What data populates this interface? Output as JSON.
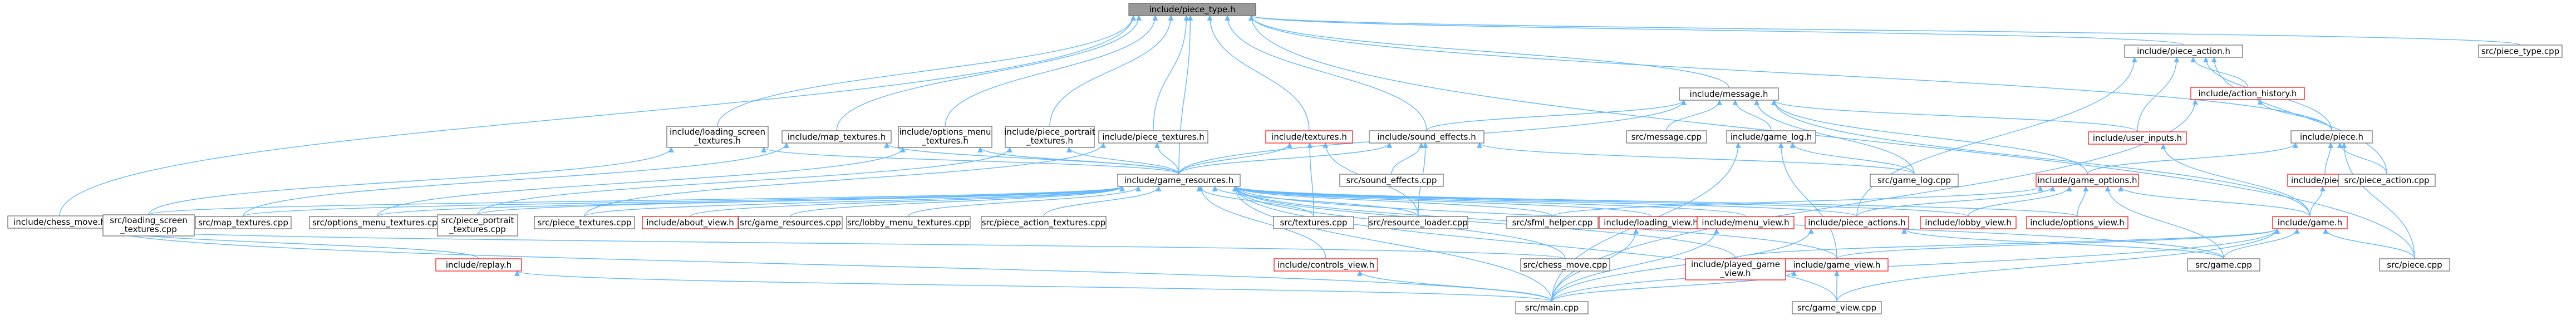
{
  "colors": {
    "edge": "#63b8ff",
    "edge_green": "#3aa53a",
    "node_border": "#666666",
    "node_fill": "#ffffff",
    "root_fill": "#999999",
    "red_text": "#ff0000",
    "black_text": "#000000"
  },
  "nodes": [
    {
      "id": "piece_type_h",
      "label": [
        "include/piece_type.h"
      ],
      "style": "root"
    },
    {
      "id": "piece_action_h",
      "label": [
        "include/piece_action.h"
      ],
      "style": "normal"
    },
    {
      "id": "src_piece_type_cpp",
      "label": [
        "src/piece_type.cpp"
      ],
      "style": "normal"
    },
    {
      "id": "message_h",
      "label": [
        "include/message.h"
      ],
      "style": "normal"
    },
    {
      "id": "action_history_h",
      "label": [
        "include/action_history.h"
      ],
      "style": "red"
    },
    {
      "id": "loading_screen_textures_h",
      "label": [
        "include/loading_screen",
        "_textures.h"
      ],
      "style": "normal"
    },
    {
      "id": "map_textures_h",
      "label": [
        "include/map_textures.h"
      ],
      "style": "normal"
    },
    {
      "id": "options_menu_textures_h",
      "label": [
        "include/options_menu",
        "_textures.h"
      ],
      "style": "normal"
    },
    {
      "id": "piece_portrait_textures_h",
      "label": [
        "include/piece_portrait",
        "_textures.h"
      ],
      "style": "normal"
    },
    {
      "id": "piece_textures_h",
      "label": [
        "include/piece_textures.h"
      ],
      "style": "normal"
    },
    {
      "id": "textures_h",
      "label": [
        "include/textures.h"
      ],
      "style": "red"
    },
    {
      "id": "sound_effects_h",
      "label": [
        "include/sound_effects.h"
      ],
      "style": "normal"
    },
    {
      "id": "src_message_cpp",
      "label": [
        "src/message.cpp"
      ],
      "style": "normal"
    },
    {
      "id": "game_log_h",
      "label": [
        "include/game_log.h"
      ],
      "style": "normal"
    },
    {
      "id": "user_inputs_h",
      "label": [
        "include/user_inputs.h"
      ],
      "style": "red"
    },
    {
      "id": "piece_h",
      "label": [
        "include/piece.h"
      ],
      "style": "normal"
    },
    {
      "id": "game_resources_h",
      "label": [
        "include/game_resources.h"
      ],
      "style": "normal"
    },
    {
      "id": "src_sound_effects_cpp",
      "label": [
        "src/sound_effects.cpp"
      ],
      "style": "normal"
    },
    {
      "id": "src_game_log_cpp",
      "label": [
        "src/game_log.cpp"
      ],
      "style": "normal"
    },
    {
      "id": "game_options_h",
      "label": [
        "include/game_options.h"
      ],
      "style": "red"
    },
    {
      "id": "pieces_h",
      "label": [
        "include/pieces.h"
      ],
      "style": "red"
    },
    {
      "id": "src_piece_action_cpp",
      "label": [
        "src/piece_action.cpp"
      ],
      "style": "normal"
    },
    {
      "id": "chess_move_h",
      "label": [
        "include/chess_move.h"
      ],
      "style": "normal"
    },
    {
      "id": "src_loading_screen_textures_cpp",
      "label": [
        "src/loading_screen",
        "_textures.cpp"
      ],
      "style": "normal"
    },
    {
      "id": "src_map_textures_cpp",
      "label": [
        "src/map_textures.cpp"
      ],
      "style": "normal"
    },
    {
      "id": "src_options_menu_textures_cpp",
      "label": [
        "src/options_menu_textures.cpp"
      ],
      "style": "normal"
    },
    {
      "id": "src_piece_portrait_textures_cpp",
      "label": [
        "src/piece_portrait",
        "_textures.cpp"
      ],
      "style": "normal"
    },
    {
      "id": "src_piece_textures_cpp",
      "label": [
        "src/piece_textures.cpp"
      ],
      "style": "normal"
    },
    {
      "id": "about_view_h",
      "label": [
        "include/about_view.h"
      ],
      "style": "red"
    },
    {
      "id": "src_game_resources_cpp",
      "label": [
        "src/game_resources.cpp"
      ],
      "style": "normal"
    },
    {
      "id": "src_lobby_menu_textures_cpp",
      "label": [
        "src/lobby_menu_textures.cpp"
      ],
      "style": "normal"
    },
    {
      "id": "src_piece_action_textures_cpp",
      "label": [
        "src/piece_action_textures.cpp"
      ],
      "style": "normal"
    },
    {
      "id": "src_textures_cpp",
      "label": [
        "src/textures.cpp"
      ],
      "style": "normal"
    },
    {
      "id": "src_resource_loader_cpp",
      "label": [
        "src/resource_loader.cpp"
      ],
      "style": "normal"
    },
    {
      "id": "src_sfml_helper_cpp",
      "label": [
        "src/sfml_helper.cpp"
      ],
      "style": "normal"
    },
    {
      "id": "loading_view_h",
      "label": [
        "include/loading_view.h"
      ],
      "style": "red"
    },
    {
      "id": "menu_view_h",
      "label": [
        "include/menu_view.h"
      ],
      "style": "red"
    },
    {
      "id": "piece_actions_h",
      "label": [
        "include/piece_actions.h"
      ],
      "style": "red"
    },
    {
      "id": "lobby_view_h",
      "label": [
        "include/lobby_view.h"
      ],
      "style": "red"
    },
    {
      "id": "options_view_h",
      "label": [
        "include/options_view.h"
      ],
      "style": "red"
    },
    {
      "id": "game_h",
      "label": [
        "include/game.h"
      ],
      "style": "red"
    },
    {
      "id": "replay_h",
      "label": [
        "include/replay.h"
      ],
      "style": "red"
    },
    {
      "id": "controls_view_h",
      "label": [
        "include/controls_view.h"
      ],
      "style": "red"
    },
    {
      "id": "src_chess_move_cpp",
      "label": [
        "src/chess_move.cpp"
      ],
      "style": "normal"
    },
    {
      "id": "played_game_view_h",
      "label": [
        "include/played_game",
        "_view.h"
      ],
      "style": "red"
    },
    {
      "id": "game_view_h",
      "label": [
        "include/game_view.h"
      ],
      "style": "red"
    },
    {
      "id": "src_game_cpp",
      "label": [
        "src/game.cpp"
      ],
      "style": "normal"
    },
    {
      "id": "src_piece_cpp",
      "label": [
        "src/piece.cpp"
      ],
      "style": "normal"
    },
    {
      "id": "src_main_cpp",
      "label": [
        "src/main.cpp"
      ],
      "style": "normal"
    },
    {
      "id": "src_game_view_cpp",
      "label": [
        "src/game_view.cpp"
      ],
      "style": "normal"
    }
  ],
  "edges": [
    [
      "piece_type_h",
      "piece_action_h"
    ],
    [
      "piece_type_h",
      "src_piece_type_cpp"
    ],
    [
      "piece_type_h",
      "message_h"
    ],
    [
      "piece_type_h",
      "loading_screen_textures_h"
    ],
    [
      "piece_type_h",
      "map_textures_h"
    ],
    [
      "piece_type_h",
      "options_menu_textures_h"
    ],
    [
      "piece_type_h",
      "piece_portrait_textures_h"
    ],
    [
      "piece_type_h",
      "piece_textures_h"
    ],
    [
      "piece_type_h",
      "textures_h"
    ],
    [
      "piece_type_h",
      "sound_effects_h"
    ],
    [
      "piece_type_h",
      "game_resources_h"
    ],
    [
      "piece_type_h",
      "chess_move_h"
    ],
    [
      "piece_type_h",
      "piece_h"
    ],
    [
      "piece_type_h",
      "src_piece_cpp"
    ],
    [
      "piece_action_h",
      "action_history_h"
    ],
    [
      "piece_action_h",
      "user_inputs_h"
    ],
    [
      "piece_action_h",
      "piece_h"
    ],
    [
      "piece_action_h",
      "src_piece_action_cpp"
    ],
    [
      "piece_action_h",
      "piece_actions_h"
    ],
    [
      "action_history_h",
      "piece_h"
    ],
    [
      "action_history_h",
      "src_main_cpp"
    ],
    [
      "message_h",
      "src_message_cpp"
    ],
    [
      "message_h",
      "game_log_h"
    ],
    [
      "message_h",
      "user_inputs_h"
    ],
    [
      "message_h",
      "sound_effects_h"
    ],
    [
      "message_h",
      "game_resources_h"
    ],
    [
      "message_h",
      "game_options_h"
    ],
    [
      "message_h",
      "src_game_log_cpp"
    ],
    [
      "message_h",
      "game_h"
    ],
    [
      "loading_screen_textures_h",
      "game_resources_h"
    ],
    [
      "loading_screen_textures_h",
      "src_loading_screen_textures_cpp"
    ],
    [
      "map_textures_h",
      "game_resources_h"
    ],
    [
      "map_textures_h",
      "src_map_textures_cpp"
    ],
    [
      "options_menu_textures_h",
      "game_resources_h"
    ],
    [
      "options_menu_textures_h",
      "src_options_menu_textures_cpp"
    ],
    [
      "piece_portrait_textures_h",
      "game_resources_h"
    ],
    [
      "piece_portrait_textures_h",
      "src_piece_portrait_textures_cpp"
    ],
    [
      "piece_textures_h",
      "game_resources_h"
    ],
    [
      "piece_textures_h",
      "src_piece_textures_cpp"
    ],
    [
      "textures_h",
      "game_resources_h"
    ],
    [
      "textures_h",
      "src_textures_cpp"
    ],
    [
      "textures_h",
      "src_resource_loader_cpp"
    ],
    [
      "sound_effects_h",
      "game_resources_h"
    ],
    [
      "sound_effects_h",
      "src_sound_effects_cpp"
    ],
    [
      "sound_effects_h",
      "src_game_log_cpp"
    ],
    [
      "sound_effects_h",
      "src_resource_loader_cpp"
    ],
    [
      "game_log_h",
      "src_game_log_cpp"
    ],
    [
      "game_log_h",
      "game_view_h"
    ],
    [
      "game_log_h",
      "src_main_cpp"
    ],
    [
      "user_inputs_h",
      "game_h"
    ],
    [
      "piece_h",
      "game_options_h"
    ],
    [
      "piece_h",
      "pieces_h"
    ],
    [
      "piece_h",
      "src_piece_action_cpp"
    ],
    [
      "piece_h",
      "src_piece_cpp"
    ],
    [
      "pieces_h",
      "game_h"
    ],
    [
      "game_options_h",
      "src_sfml_helper_cpp"
    ],
    [
      "game_options_h",
      "piece_actions_h"
    ],
    [
      "game_options_h",
      "lobby_view_h"
    ],
    [
      "game_options_h",
      "options_view_h"
    ],
    [
      "game_options_h",
      "game_h"
    ],
    [
      "game_options_h",
      "src_game_cpp"
    ],
    [
      "game_resources_h",
      "src_loading_screen_textures_cpp"
    ],
    [
      "game_resources_h",
      "src_map_textures_cpp"
    ],
    [
      "game_resources_h",
      "src_options_menu_textures_cpp"
    ],
    [
      "game_resources_h",
      "src_piece_portrait_textures_cpp"
    ],
    [
      "game_resources_h",
      "src_piece_textures_cpp"
    ],
    [
      "game_resources_h",
      "about_view_h"
    ],
    [
      "game_resources_h",
      "src_game_resources_cpp"
    ],
    [
      "game_resources_h",
      "src_lobby_menu_textures_cpp"
    ],
    [
      "game_resources_h",
      "src_piece_action_textures_cpp"
    ],
    [
      "game_resources_h",
      "src_textures_cpp"
    ],
    [
      "game_resources_h",
      "src_resource_loader_cpp"
    ],
    [
      "game_resources_h",
      "src_sfml_helper_cpp"
    ],
    [
      "game_resources_h",
      "loading_view_h"
    ],
    [
      "game_resources_h",
      "menu_view_h"
    ],
    [
      "game_resources_h",
      "piece_actions_h"
    ],
    [
      "game_resources_h",
      "lobby_view_h"
    ],
    [
      "game_resources_h",
      "options_view_h"
    ],
    [
      "game_resources_h",
      "controls_view_h"
    ],
    [
      "game_resources_h",
      "src_chess_move_cpp"
    ],
    [
      "game_resources_h",
      "played_game_view_h"
    ],
    [
      "game_resources_h",
      "game_view_h"
    ],
    [
      "game_resources_h",
      "src_main_cpp"
    ],
    [
      "game_resources_h",
      "src_game_view_cpp"
    ],
    [
      "game_resources_h",
      "src_game_cpp"
    ],
    [
      "chess_move_h",
      "replay_h"
    ],
    [
      "chess_move_h",
      "src_chess_move_cpp"
    ],
    [
      "chess_move_h",
      "src_main_cpp"
    ],
    [
      "replay_h",
      "src_main_cpp"
    ],
    [
      "controls_view_h",
      "src_main_cpp"
    ],
    [
      "loading_view_h",
      "src_main_cpp"
    ],
    [
      "menu_view_h",
      "src_main_cpp"
    ],
    [
      "piece_actions_h",
      "src_game_cpp"
    ],
    [
      "piece_actions_h",
      "src_main_cpp"
    ],
    [
      "game_h",
      "src_game_cpp"
    ],
    [
      "game_h",
      "src_piece_cpp"
    ],
    [
      "game_h",
      "game_view_h"
    ],
    [
      "game_h",
      "src_main_cpp"
    ],
    [
      "game_h",
      "src_game_view_cpp"
    ],
    [
      "game_h",
      "played_game_view_h"
    ],
    [
      "game_view_h",
      "src_main_cpp"
    ],
    [
      "game_view_h",
      "src_game_view_cpp"
    ]
  ]
}
